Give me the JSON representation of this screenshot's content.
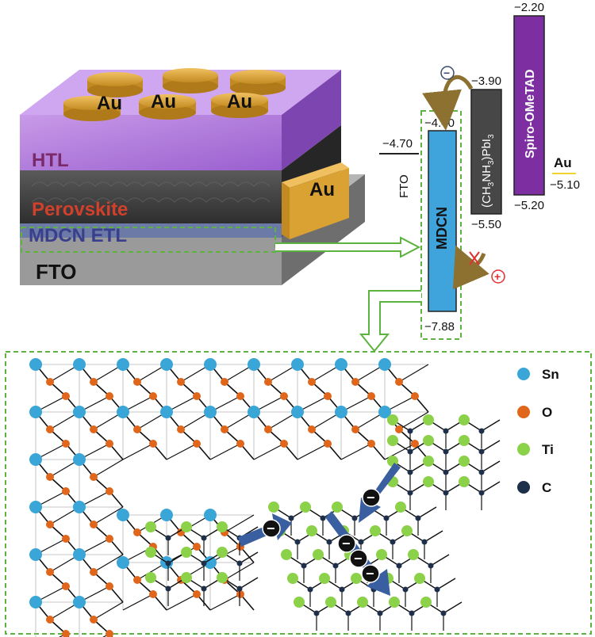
{
  "device": {
    "layers": {
      "htl": "HTL",
      "perovskite": "Perovskite",
      "etl": "MDCN ETL",
      "fto": "FTO"
    },
    "electrode_labels": [
      "Au",
      "Au",
      "Au"
    ],
    "side_electrode": "Au",
    "colors": {
      "htl": "#a86bd8",
      "perovskite": "#3c3c3c",
      "fto": "#8a8a8a",
      "gold": "#d9a233",
      "htl_text": "#7a2a6a",
      "perovskite_text": "#d0402a",
      "etl_text": "#3a3f8c"
    }
  },
  "energy_diagram": {
    "fto": {
      "label": "FTO",
      "level": "−4.70"
    },
    "mdcn": {
      "label": "MDCN",
      "top": "−4.40",
      "bottom": "−7.88",
      "color": "#3fa3dc"
    },
    "perovskite": {
      "label_parts": [
        "(CH",
        "3",
        "NH",
        "3",
        ")PbI",
        "3"
      ],
      "top": "−3.90",
      "bottom": "−5.50",
      "color": "#474747"
    },
    "spiro": {
      "label": "Spiro-OMeTAD",
      "top": "−2.20",
      "bottom": "−5.20",
      "color": "#7d2ea0"
    },
    "au": {
      "label": "Au",
      "level": "−5.10",
      "color": "#f2d230"
    },
    "electron_symbol": "−",
    "hole_symbol": "+"
  },
  "legend": [
    {
      "label": "Sn",
      "color": "#3aa6d8"
    },
    {
      "label": "O",
      "color": "#e0661c"
    },
    {
      "label": "Ti",
      "color": "#8cd14a"
    },
    {
      "label": "C",
      "color": "#1e2f4a"
    }
  ],
  "electron_marker": "−"
}
